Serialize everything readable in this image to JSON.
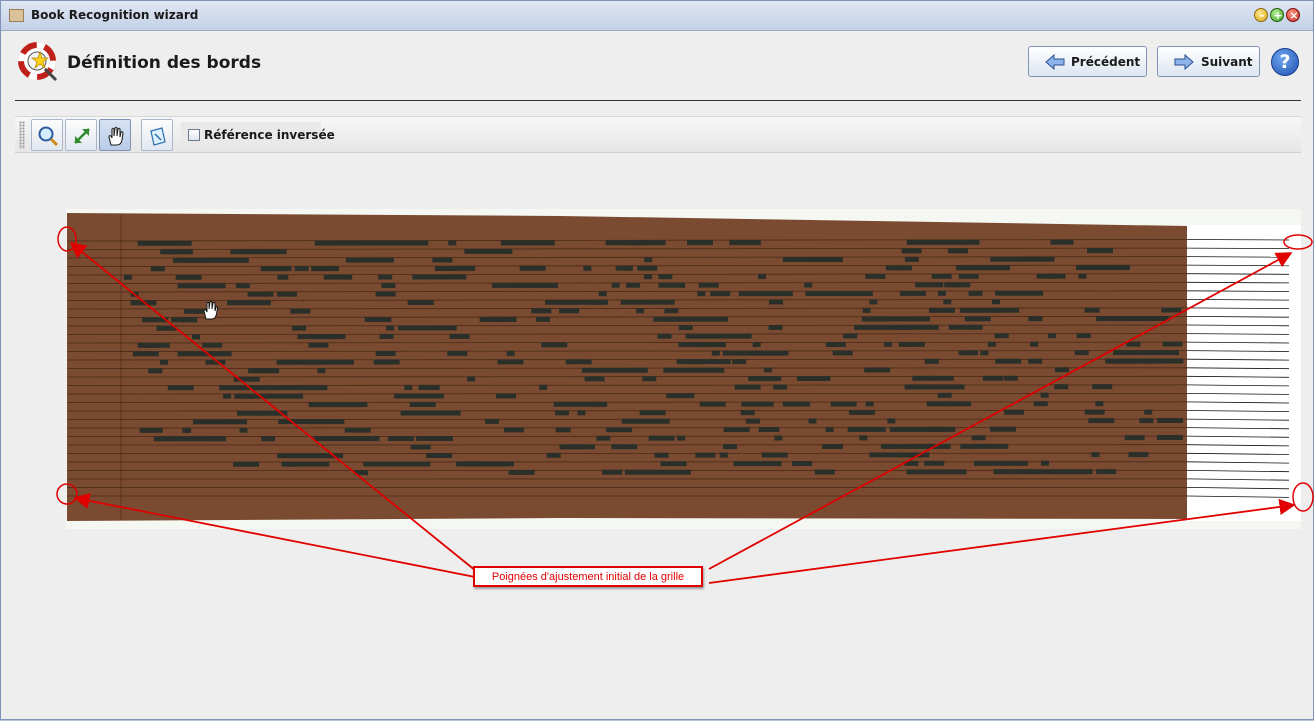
{
  "window": {
    "title": "Book Recognition wizard"
  },
  "header": {
    "title": "Définition des bords",
    "prev_label": "Précédent",
    "next_label": "Suivant",
    "help_symbol": "?"
  },
  "toolbar": {
    "tools": [
      "zoom-icon",
      "fit-icon",
      "hand-icon",
      "export-icon"
    ],
    "active_tool": "hand-icon",
    "checkbox_label": "Référence inversée",
    "checkbox_checked": false
  },
  "annotation": {
    "callout_text": "Poignées d'ajustement initial de la grille",
    "color": "#e00000"
  },
  "colors": {
    "paper": "#7a4b31",
    "hole": "#2a3029",
    "accent": "#1d4fb0"
  }
}
